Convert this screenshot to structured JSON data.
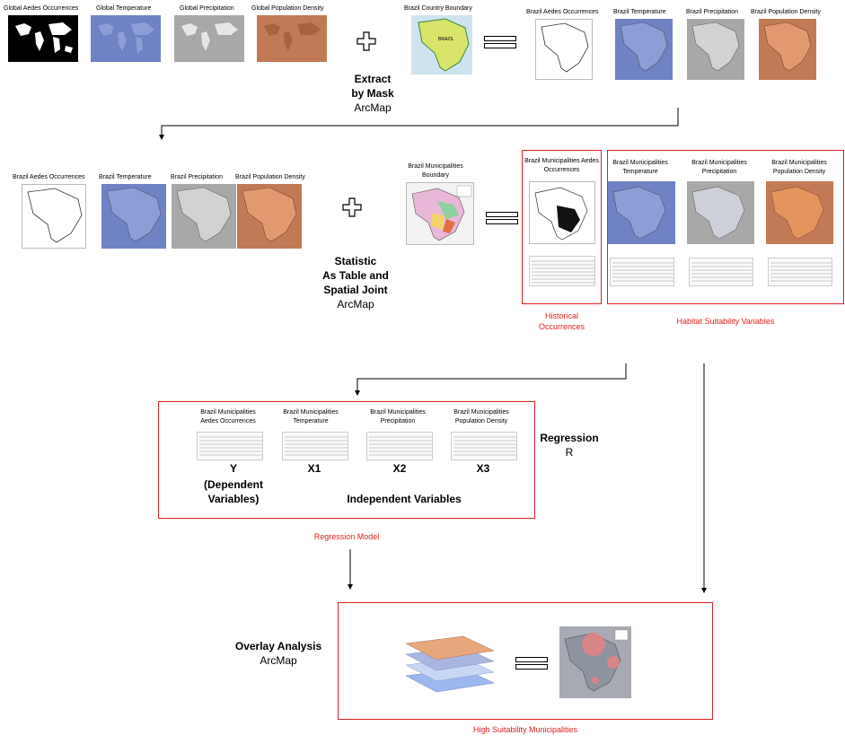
{
  "row1": {
    "inputs": [
      {
        "label": "Global Aedes Occurrences",
        "kind": "blk"
      },
      {
        "label": "Global Temperature",
        "kind": "temp"
      },
      {
        "label": "Global Precipitation",
        "kind": "prec"
      },
      {
        "label": "Global Population Density",
        "kind": "pop"
      }
    ],
    "boundary_label": "Brazil Country Boundary",
    "boundary_map_text": "BRAZIL",
    "outputs": [
      {
        "label": "Brazil Aedes Occurrences",
        "kind": "occ"
      },
      {
        "label": "Brazil Temperature",
        "kind": "temp"
      },
      {
        "label": "Brazil Precipitation",
        "kind": "prec"
      },
      {
        "label": "Brazil Population Density",
        "kind": "pop"
      }
    ],
    "step_bold_1": "Extract",
    "step_bold_2": "by Mask",
    "step_tool": "ArcMap"
  },
  "row2": {
    "inputs": [
      {
        "label": "Brazil Aedes Occurrences",
        "kind": "occ"
      },
      {
        "label": "Brazil Temperature",
        "kind": "temp"
      },
      {
        "label": "Brazil Precipitation",
        "kind": "prec"
      },
      {
        "label": "Brazil Population Density",
        "kind": "pop"
      }
    ],
    "municipalities_label": "Brazil Municipalities Boundary",
    "step_bold_1": "Statistic",
    "step_bold_2": "As Table and",
    "step_bold_3": "Spatial Joint",
    "step_tool": "ArcMap",
    "historical": {
      "label": "Brazil Municipalities Aedes Occurrences",
      "caption": "Historical Occurrences"
    },
    "habitat": {
      "items": [
        {
          "label": "Brazil Municipalities Temperature",
          "kind": "temp"
        },
        {
          "label": "Brazil Municipalities Precipitation",
          "kind": "prec"
        },
        {
          "label": "Brazil Municipalities Population Density",
          "kind": "pop"
        }
      ],
      "caption": "Habitat Suitability Variables"
    }
  },
  "regression": {
    "items": [
      {
        "label": "Brazil Municipalities Aedes Occurrences",
        "var": "Y"
      },
      {
        "label": "Brazil Municipalities Temperature",
        "var": "X1"
      },
      {
        "label": "Brazil Municipalities Precipitation",
        "var": "X2"
      },
      {
        "label": "Brazil Municipalities Population Density",
        "var": "X3"
      }
    ],
    "dependent": "(Dependent Variables)",
    "independent": "Independent Variables",
    "step_bold": "Regression",
    "step_tool": "R",
    "caption": "Regression Model"
  },
  "overlay": {
    "step_bold": "Overlay Analysis",
    "step_tool": "ArcMap",
    "caption": "High Suitability Municipalities"
  },
  "colors": {
    "accent_red": "#e02020",
    "temperature": "#6f82c4",
    "precipitation": "#a8a8a8",
    "population": "#c17a55"
  }
}
